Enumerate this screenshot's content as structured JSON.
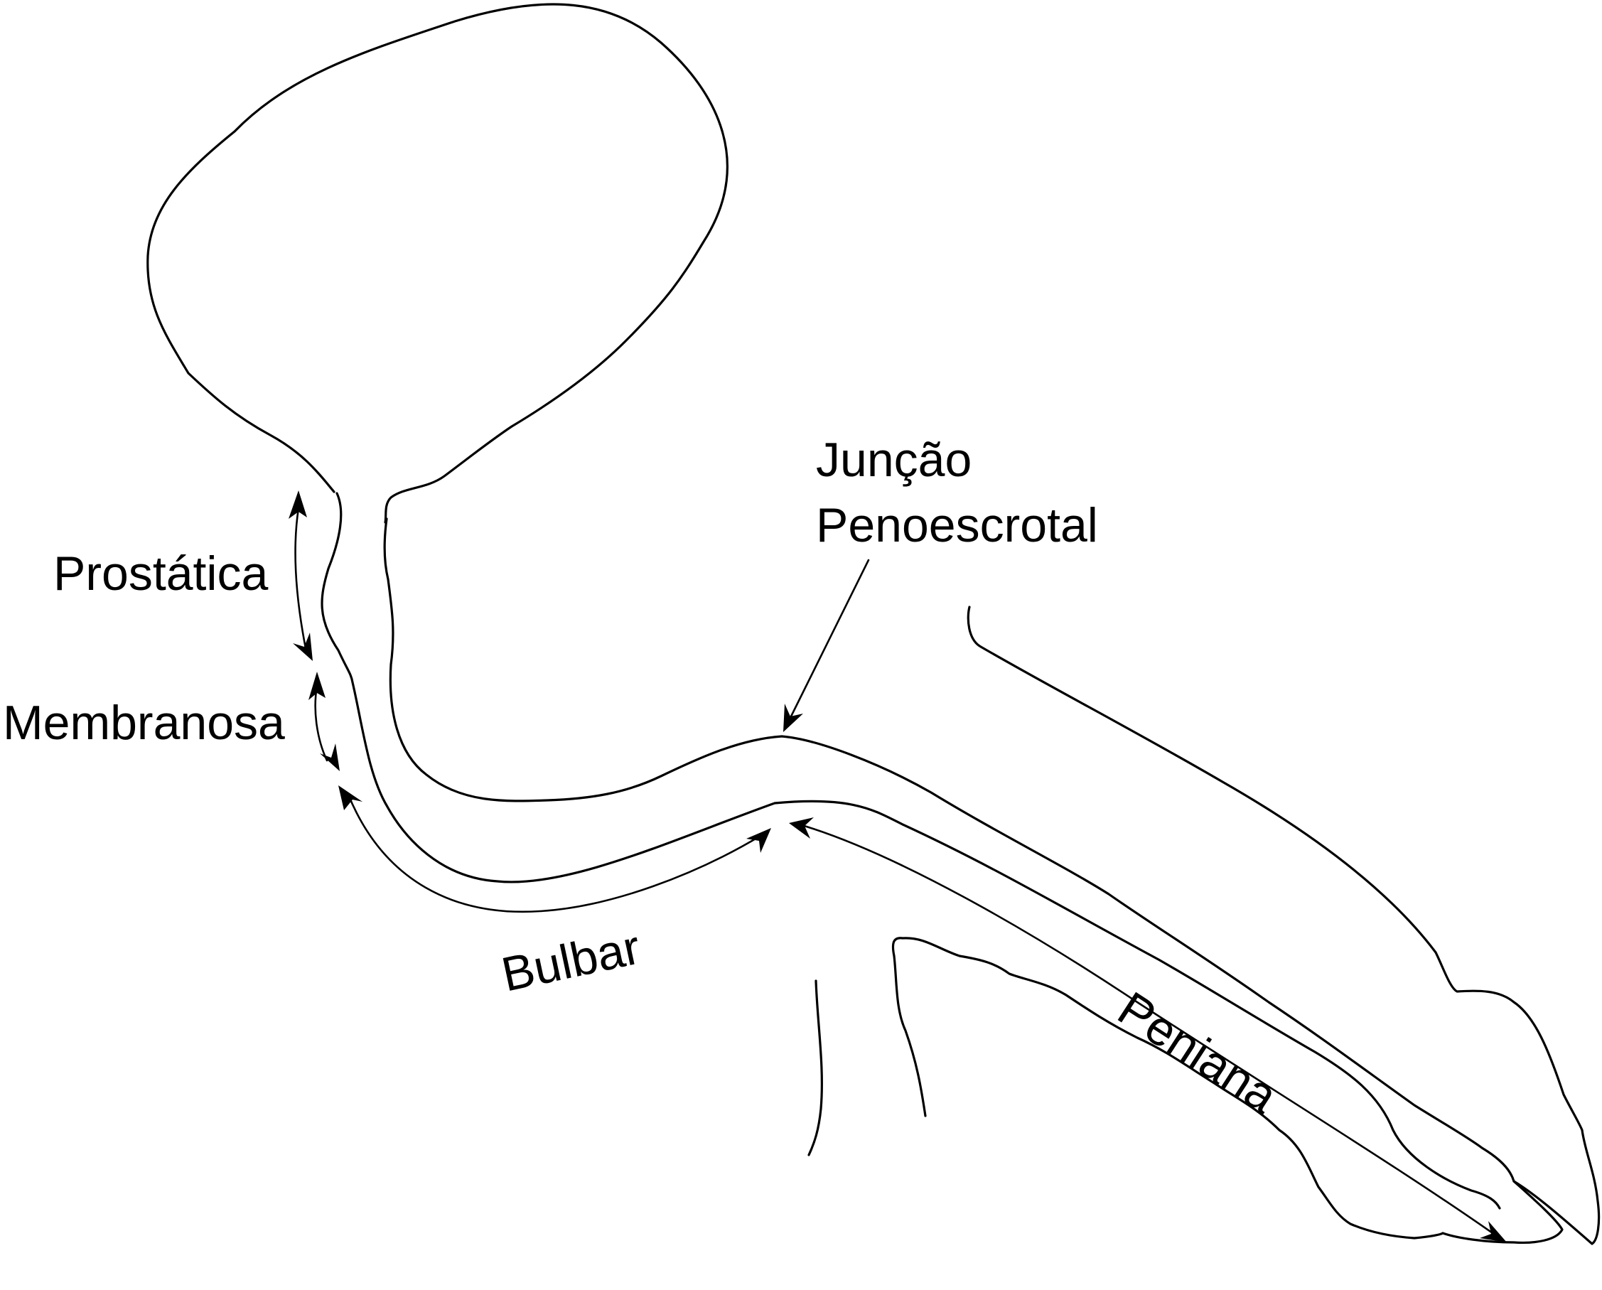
{
  "labels": {
    "prostatica": "Prostática",
    "membranosa": "Membranosa",
    "bulbar": "Bulbar",
    "peniana": "Peniana",
    "juncao_line1": "Junção",
    "juncao_line2": "Penoescrotal"
  }
}
